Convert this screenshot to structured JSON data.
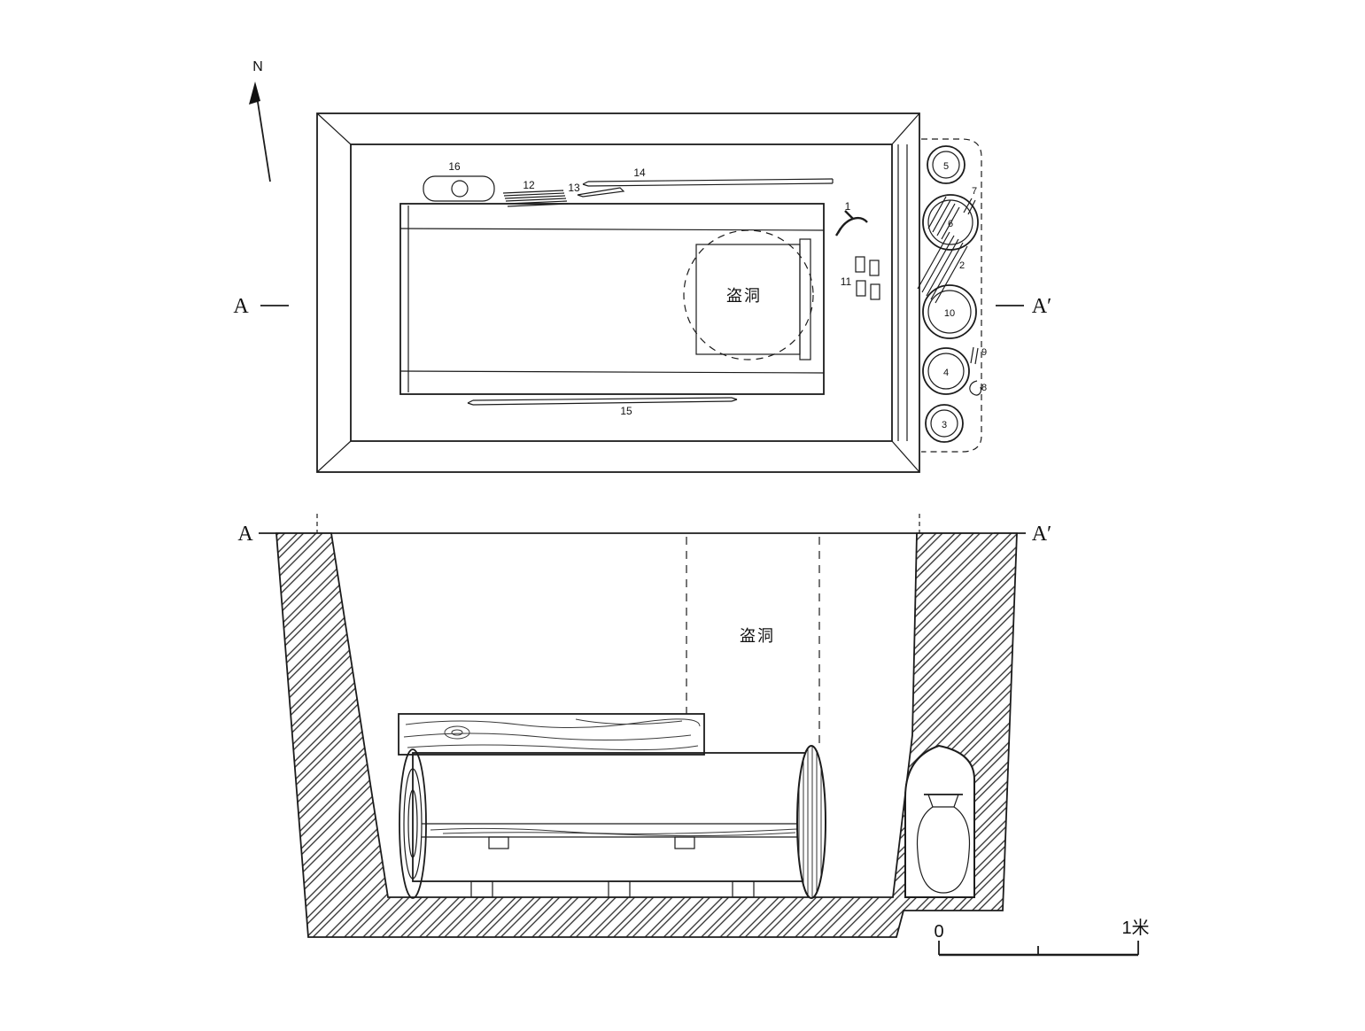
{
  "diagram": {
    "compass_north": "N",
    "plan": {
      "section_left": "A",
      "section_right": "A′",
      "robber_hole": "盗洞",
      "artifacts": {
        "1": "1",
        "2": "2",
        "3": "3",
        "4": "4",
        "5": "5",
        "6": "6",
        "7": "7",
        "8": "8",
        "9": "9",
        "10": "10",
        "11": "11",
        "12": "12",
        "13": "13",
        "14": "14",
        "15": "15",
        "16": "16"
      }
    },
    "section": {
      "left": "A",
      "right": "A′",
      "robber_hole": "盗洞"
    },
    "scale_bar": {
      "zero": "0",
      "one_meter": "1米"
    }
  }
}
